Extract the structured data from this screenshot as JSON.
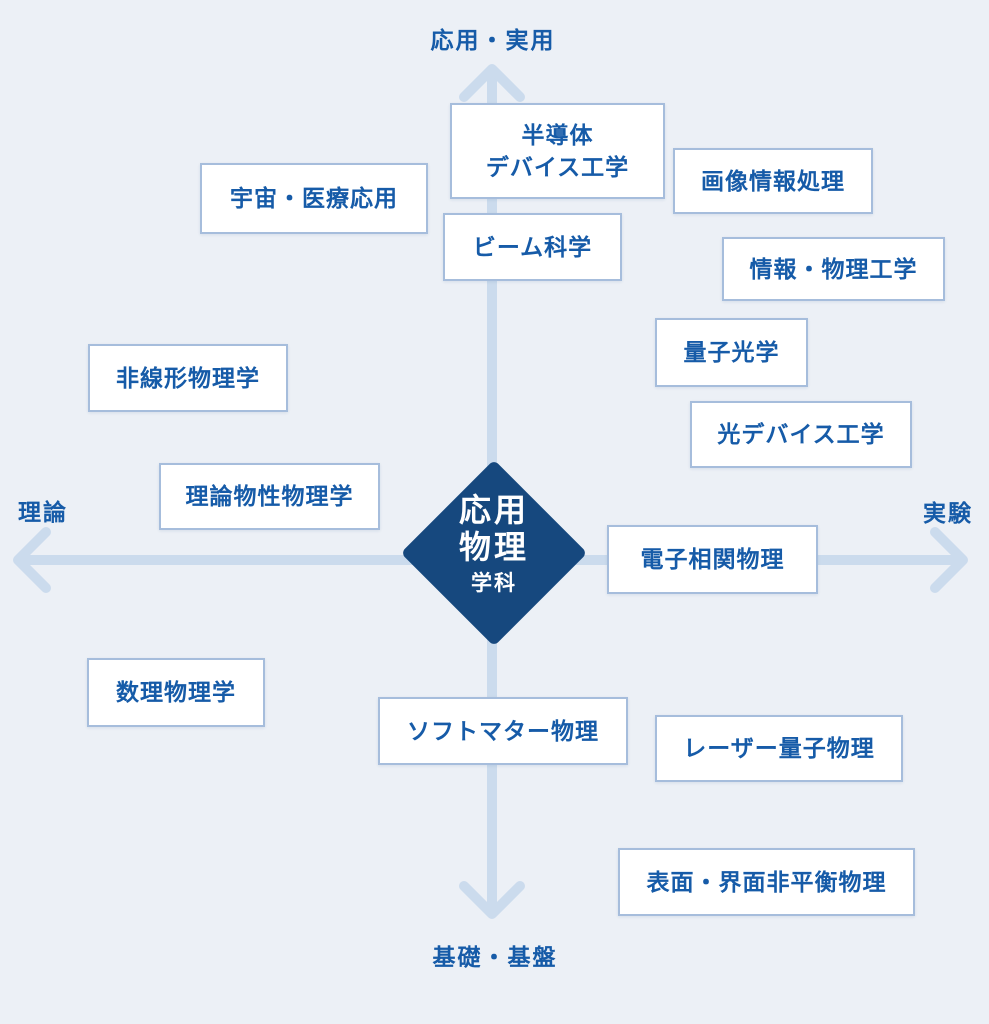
{
  "axes": {
    "top_label": "応用・実用",
    "bottom_label": "基礎・基盤",
    "left_label": "理論",
    "right_label": "実験"
  },
  "center": {
    "line1": "応用",
    "line2": "物理",
    "line3": "学科"
  },
  "fields": [
    {
      "id": "semiconductor-device-engineering",
      "label": "半導体\nデバイス工学"
    },
    {
      "id": "space-medical-applications",
      "label": "宇宙・医療応用"
    },
    {
      "id": "image-information-processing",
      "label": "画像情報処理"
    },
    {
      "id": "information-physical-engineering",
      "label": "情報・物理工学"
    },
    {
      "id": "beam-science",
      "label": "ビーム科学"
    },
    {
      "id": "quantum-optics",
      "label": "量子光学"
    },
    {
      "id": "optical-device-engineering",
      "label": "光デバイス工学"
    },
    {
      "id": "nonlinear-physics",
      "label": "非線形物理学"
    },
    {
      "id": "theoretical-condensed-matter-physics",
      "label": "理論物性物理学"
    },
    {
      "id": "electron-correlation-physics",
      "label": "電子相関物理"
    },
    {
      "id": "mathematical-physics",
      "label": "数理物理学"
    },
    {
      "id": "soft-matter-physics",
      "label": "ソフトマター物理"
    },
    {
      "id": "laser-quantum-physics",
      "label": "レーザー量子物理"
    },
    {
      "id": "surface-interface-nonequilibrium-physics",
      "label": "表面・界面非平衡物理"
    }
  ],
  "colors": {
    "background": "#ecf0f6",
    "axis_line": "#cbdbed",
    "box_border": "#a6bddc",
    "box_background": "#ffffff",
    "label_text": "#165ba8",
    "diamond_fill": "#16487e",
    "diamond_text": "#ffffff"
  }
}
